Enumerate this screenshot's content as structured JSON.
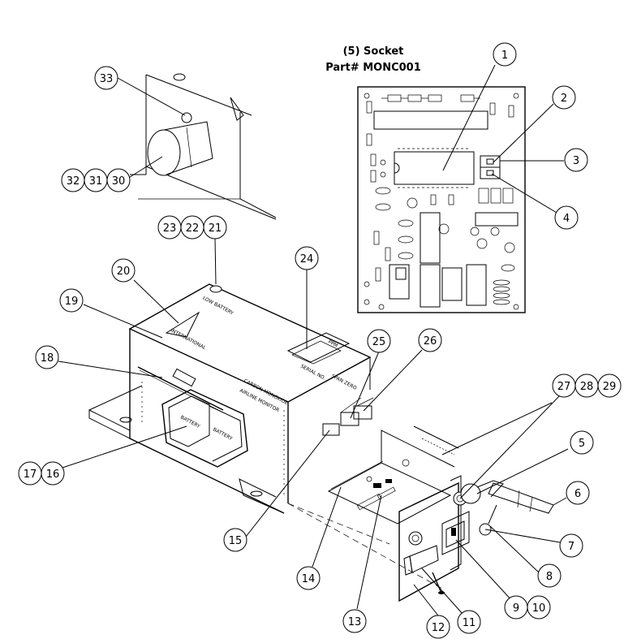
{
  "header": {
    "line1": "(5) Socket",
    "line2": "Part# MONC001"
  },
  "labels": {
    "low_battery": "LOW BATTERY",
    "ppm": "PPM",
    "serial_no": "SERIAL NO.",
    "span_zero": "SPAN ZERO",
    "product_name_1": "CARBON MONOXIDE",
    "product_name_2": "AIRLINE MONITOR",
    "battery": "BATTERY",
    "brand": "INTERNATIONAL"
  },
  "callouts": [
    "1",
    "2",
    "3",
    "4",
    "5",
    "6",
    "7",
    "8",
    "9",
    "10",
    "11",
    "12",
    "13",
    "14",
    "15",
    "16",
    "17",
    "18",
    "19",
    "20",
    "21",
    "22",
    "23",
    "24",
    "25",
    "26",
    "27",
    "28",
    "29",
    "30",
    "31",
    "32",
    "33"
  ]
}
